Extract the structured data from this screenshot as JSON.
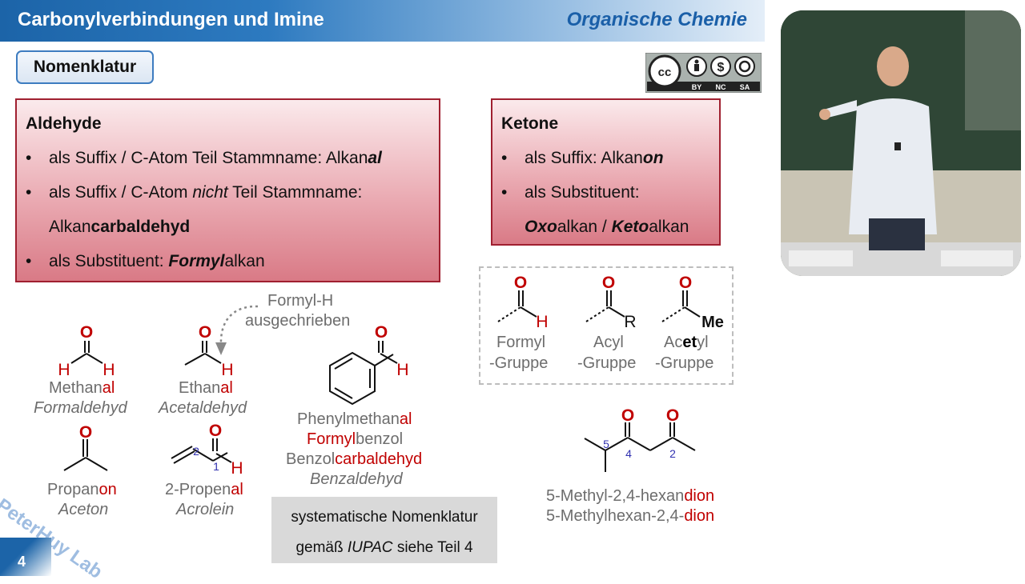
{
  "header": {
    "title": "Carbonylverbindungen und Imine",
    "subtitle": "Organische Chemie"
  },
  "section_button": "Nomenklatur",
  "license": {
    "labels": [
      "cc",
      "BY",
      "NC",
      "SA"
    ]
  },
  "aldehyde": {
    "heading": "Aldehyde",
    "line1_pre": "als Suffix / C-Atom Teil Stammname: Alkan",
    "line1_bold": "al",
    "line2_pre": "als Suffix / C-Atom ",
    "line2_italic": "nicht",
    "line2_post": " Teil Stammname:",
    "line3_pre": "Alkan",
    "line3_bold": "carbaldehyd",
    "line4_pre": "als Substituent: ",
    "line4_bold": "Formyl",
    "line4_post": "alkan"
  },
  "ketone": {
    "heading": "Ketone",
    "line1_pre": "als Suffix: Alkan",
    "line1_bold": "on",
    "line2": "als Substituent:",
    "line3_a": "Oxo",
    "line3_b": "alkan / ",
    "line3_c": "Keto",
    "line3_d": "alkan"
  },
  "bullet": "•",
  "atoms": {
    "O": "O",
    "H": "H",
    "R": "R",
    "Me": "Me",
    "n1": "1",
    "n2": "2",
    "n4": "4",
    "n5": "5"
  },
  "annotation": {
    "line1": "Formyl-H",
    "line2": "ausgechrieben"
  },
  "compounds": {
    "methanal": {
      "a": "Methan",
      "b": "al",
      "trivial": "Formaldehyd"
    },
    "ethanal": {
      "a": "Ethan",
      "b": "al",
      "trivial": "Acetaldehyd"
    },
    "propanon": {
      "a": "Propan",
      "b": "on",
      "trivial": "Aceton"
    },
    "propenal": {
      "a": "2-Propen",
      "b": "al",
      "trivial": "Acrolein"
    },
    "benzaldehyd": {
      "l1a": "Phenylmethan",
      "l1b": "al",
      "l2a": "Formyl",
      "l2b": "benzol",
      "l3a": "Benzol",
      "l3b": "carbaldehyd",
      "trivial": "Benzaldehyd"
    },
    "hexandion": {
      "l1a": "5-Methyl-2,4-hexan",
      "l1b": "dion",
      "l2a": "5-Methylhexan-2,4-",
      "l2b": "dion"
    }
  },
  "groups": {
    "formyl": {
      "n1": "Formyl",
      "n2": "-Gruppe"
    },
    "acyl": {
      "n1": "Acyl",
      "n2": "-Gruppe"
    },
    "acetyl": {
      "n1a": "Ac",
      "n1b": "et",
      "n1c": "yl",
      "n2": "-Gruppe"
    }
  },
  "iupac_note": {
    "line1": "systematische Nomenklatur",
    "line2_pre": "gemäß ",
    "line2_it": "IUPAC",
    "line2_post": " siehe Teil 4"
  },
  "watermark": "PeterHuy Lab",
  "page_number": "4",
  "colors": {
    "accent_blue": "#1c64a8",
    "red": "#c00000",
    "gray_text": "#6d6d6d",
    "box_border": "#a02030"
  }
}
